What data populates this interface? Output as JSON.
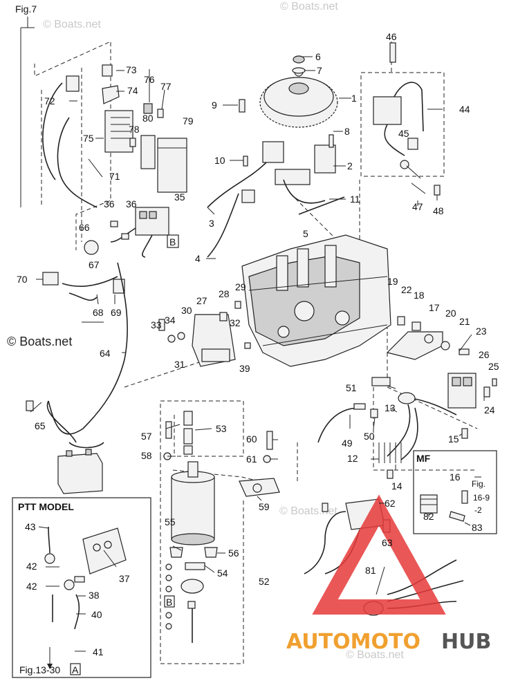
{
  "figure_ref": "Fig.7",
  "watermark": "© Boats.net",
  "inset_ptt": {
    "title": "PTT MODEL",
    "footer_ref": "Fig.13-30",
    "footer_letter": "A"
  },
  "inset_mf": {
    "title": "MF",
    "ref_line1": "Fig.",
    "ref_line2": "16-9",
    "ref_line3": "-2"
  },
  "connector_letter": "B",
  "brand_logo": {
    "part1": "AUTOMOTO",
    "part2": "HUB",
    "colors": {
      "triangle": "#e63a3a",
      "accent": "#f0a030",
      "dark": "#555555"
    }
  },
  "callouts": [
    "1",
    "2",
    "3",
    "4",
    "5",
    "6",
    "7",
    "8",
    "9",
    "10",
    "11",
    "12",
    "13",
    "14",
    "15",
    "16",
    "17",
    "18",
    "19",
    "20",
    "21",
    "22",
    "23",
    "24",
    "25",
    "26",
    "27",
    "28",
    "29",
    "30",
    "31",
    "32",
    "33",
    "34",
    "35",
    "36",
    "36",
    "37",
    "38",
    "39",
    "40",
    "41",
    "42",
    "42",
    "43",
    "44",
    "45",
    "46",
    "47",
    "48",
    "49",
    "50",
    "51",
    "52",
    "53",
    "54",
    "55",
    "56",
    "57",
    "58",
    "59",
    "60",
    "61",
    "62",
    "63",
    "64",
    "65",
    "66",
    "67",
    "68",
    "69",
    "70",
    "71",
    "72",
    "73",
    "74",
    "75",
    "76",
    "77",
    "78",
    "79",
    "80",
    "81",
    "82",
    "83"
  ]
}
